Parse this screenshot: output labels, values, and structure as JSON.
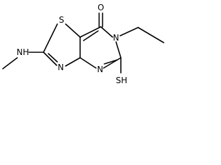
{
  "molecule": {
    "atom_labels": {
      "carbonyl_oxygen": "O",
      "ring_sulfur": "S",
      "ring_nitrogen_ethyl": "N",
      "ring_nitrogen_pyrimidine": "N",
      "ring_nitrogen_thiazole": "N",
      "amine": "NH",
      "thiol": "SH"
    }
  },
  "colors": {
    "bond": "#000000",
    "label": "#000000",
    "background": "#ffffff"
  }
}
